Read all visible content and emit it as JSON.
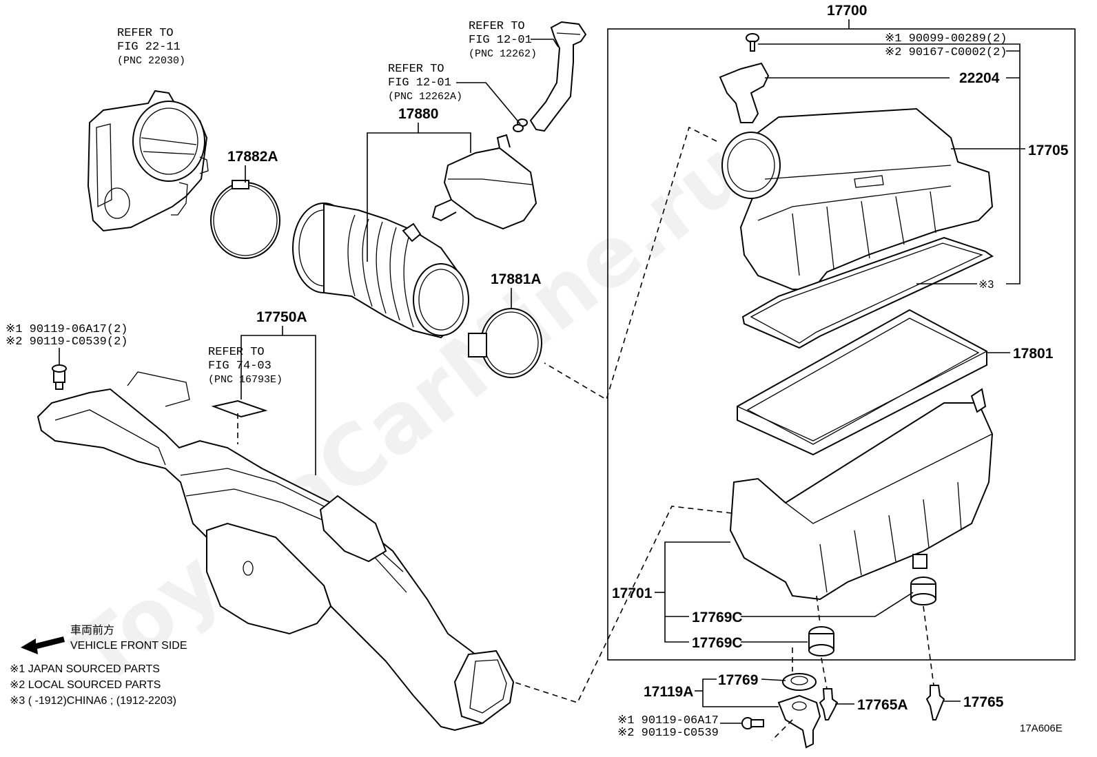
{
  "diagram_code": "17A606E",
  "watermark": "ToyotaCarMine.ru",
  "callouts": {
    "assembly_17700": "17700",
    "p17705": "17705",
    "p22204": "22204",
    "p17801": "17801",
    "p17701": "17701",
    "p17769c_1": "17769C",
    "p17769c_2": "17769C",
    "p17769": "17769",
    "p17119a": "17119A",
    "p17765a": "17765A",
    "p17765": "17765",
    "p17880": "17880",
    "p17882a": "17882A",
    "p17881a": "17881A",
    "p17750a": "17750A",
    "mark3": "※3"
  },
  "bolt_top": {
    "line1": "※1 90099-00289(2)",
    "line2": "※2 90167-C0002(2)"
  },
  "bolt_left": {
    "line1": "※1 90119-06A17(2)",
    "line2": "※2 90119-C0539(2)"
  },
  "bolt_bottom": {
    "line1": "※1 90119-06A17",
    "line2": "※2 90119-C0539"
  },
  "refs": {
    "throttle": {
      "l1": "REFER TO",
      "l2": "FIG 22-11",
      "l3": "(PNC 22030)"
    },
    "hose": {
      "l1": "REFER TO",
      "l2": "FIG 12-01",
      "l3": "(PNC 12262)"
    },
    "clip": {
      "l1": "REFER TO",
      "l2": "FIG 12-01",
      "l3": "(PNC 12262A)"
    },
    "label": {
      "l1": "REFER TO",
      "l2": "FIG 74-03",
      "l3": "(PNC 16793E)"
    }
  },
  "front": {
    "jp": "車両前方",
    "en": "VEHICLE FRONT SIDE"
  },
  "legend": [
    "※1 JAPAN SOURCED PARTS",
    "※2 LOCAL SOURCED PARTS",
    "※3 (      -1912)CHINA6 ; (1912-2203)"
  ]
}
